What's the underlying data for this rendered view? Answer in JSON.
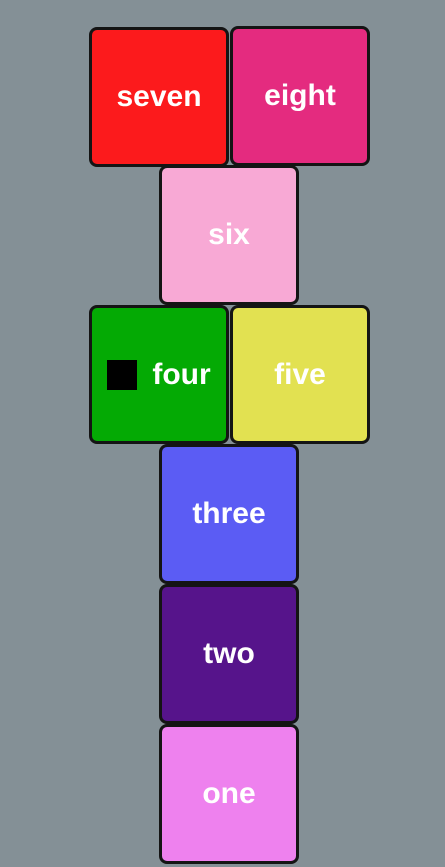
{
  "tiles": {
    "seven": {
      "label": "seven",
      "color": "#fc1a1c"
    },
    "eight": {
      "label": "eight",
      "color": "#e42b7f"
    },
    "six": {
      "label": "six",
      "color": "#f8a9d5"
    },
    "four": {
      "label": "four",
      "color": "#04aa04"
    },
    "five": {
      "label": "five",
      "color": "#e2e151"
    },
    "three": {
      "label": "three",
      "color": "#5b5cf4"
    },
    "two": {
      "label": "two",
      "color": "#56148b"
    },
    "one": {
      "label": "one",
      "color": "#ee81ee"
    }
  },
  "board": {
    "background": "#849096",
    "border_color": "#141414",
    "marker_color": "#000000"
  }
}
